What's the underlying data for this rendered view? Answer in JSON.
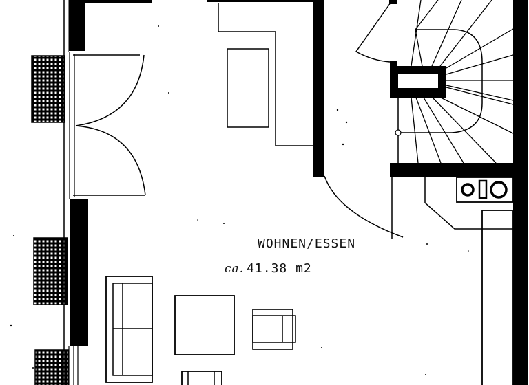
{
  "drawing": {
    "type": "floor-plan",
    "background": "#ffffff",
    "ink_color": "#000000"
  },
  "room": {
    "name": "WOHNEN/ESSEN",
    "area_prefix": "ca.",
    "area_value": "41.38 m2"
  },
  "elements": {
    "walls": [
      "exterior-wall-left",
      "exterior-wall-right",
      "interior-wall-center",
      "stair-wall-bottom",
      "top-wall"
    ],
    "doors": [
      "double-door-balcony",
      "stair-door-swing",
      "stair-top-door"
    ],
    "furniture": [
      "sofa",
      "coffee-table",
      "armchair",
      "chair",
      "cabinet",
      "kitchen-counter"
    ],
    "appliances": [
      "stove-cooktop"
    ],
    "stairs": [
      "winding-staircase"
    ],
    "exterior": [
      "balcony-grate-top",
      "balcony-grate-middle",
      "balcony-grate-bottom"
    ]
  }
}
